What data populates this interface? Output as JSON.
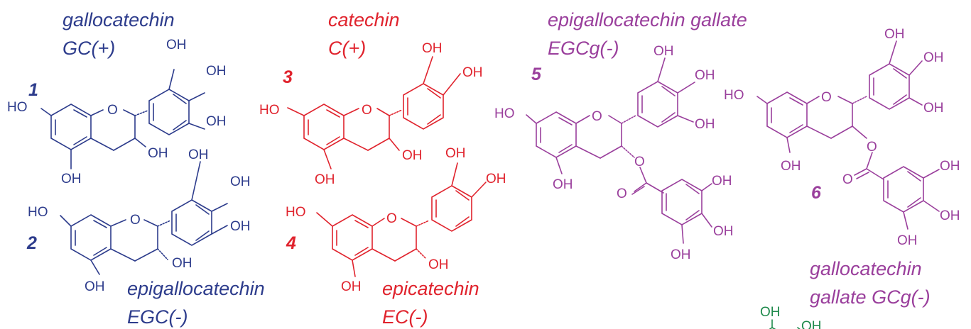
{
  "colors": {
    "blue": "#2d3c8c",
    "red": "#e0232d",
    "purple": "#9a3f9c",
    "green": "#1f8a4c"
  },
  "labels": {
    "oh": "OH",
    "ho": "HO",
    "o": "O"
  },
  "compounds": [
    {
      "number": "1",
      "name_line1": "gallocatechin",
      "name_line2": "GC(+)",
      "color": "#2d3c8c"
    },
    {
      "number": "2",
      "name_line1": "epigallocatechin",
      "name_line2": "EGC(-)",
      "color": "#2d3c8c"
    },
    {
      "number": "3",
      "name_line1": "catechin",
      "name_line2": "C(+)",
      "color": "#e0232d"
    },
    {
      "number": "4",
      "name_line1": "epicatechin",
      "name_line2": "EC(-)",
      "color": "#e0232d"
    },
    {
      "number": "5",
      "name_line1": "epigallocatechin gallate",
      "name_line2": "EGCg(-)",
      "color": "#9a3f9c"
    },
    {
      "number": "6",
      "name_line1": "gallocatechin",
      "name_line2": "gallate GCg(-)",
      "color": "#9a3f9c"
    }
  ]
}
